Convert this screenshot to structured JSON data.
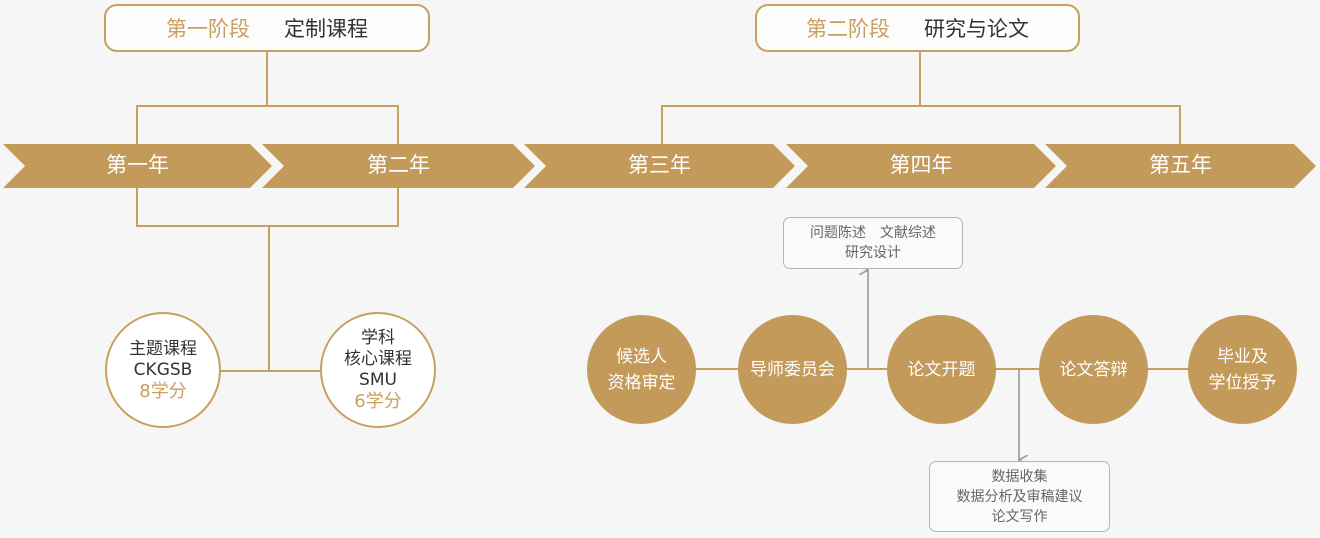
{
  "stages": [
    {
      "phase": "第一阶段",
      "theme": "定制课程"
    },
    {
      "phase": "第二阶段",
      "theme": "研究与论文"
    }
  ],
  "years": [
    "第一年",
    "第二年",
    "第三年",
    "第四年",
    "第五年"
  ],
  "phase1_courses": [
    {
      "lines": [
        "主题课程",
        "CKGSB"
      ],
      "credit": "8学分"
    },
    {
      "lines": [
        "学科",
        "核心课程",
        "SMU"
      ],
      "credit": "6学分"
    }
  ],
  "phase2_steps": [
    {
      "lines": [
        "候选人",
        "资格审定"
      ]
    },
    {
      "lines": [
        "导师委员会"
      ]
    },
    {
      "lines": [
        "论文开题"
      ]
    },
    {
      "lines": [
        "论文答辩"
      ]
    },
    {
      "lines": [
        "毕业及",
        "学位授予"
      ]
    }
  ],
  "notes": {
    "research": {
      "lines": [
        "问题陈述　文献综述",
        "研究设计"
      ]
    },
    "data": {
      "lines": [
        "数据收集",
        "数据分析及审稿建议",
        "论文写作"
      ]
    }
  },
  "colors": {
    "gold": "#c49a5b",
    "gold_line": "#c7a05e",
    "arrow_gray": "#9a9a9a",
    "note_border": "#b5b5b5"
  }
}
